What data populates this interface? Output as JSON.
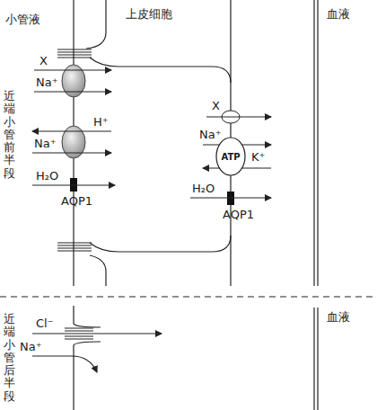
{
  "diagram": {
    "nodes": [
      {
        "text": [
          "ATP"
        ]
      }
    ],
    "edges": [],
    "labels": [
      "小管液",
      "上皮细胞",
      "血液",
      "近端小管前半段",
      "X",
      "Na⁺",
      "H⁺",
      "Na⁺",
      "H₂O",
      "AQP1",
      "X",
      "Na⁺",
      "K⁺",
      "H₂O",
      "AQP1",
      "血液",
      "近端小管后半段",
      "Cl⁻",
      "Na⁺"
    ]
  }
}
